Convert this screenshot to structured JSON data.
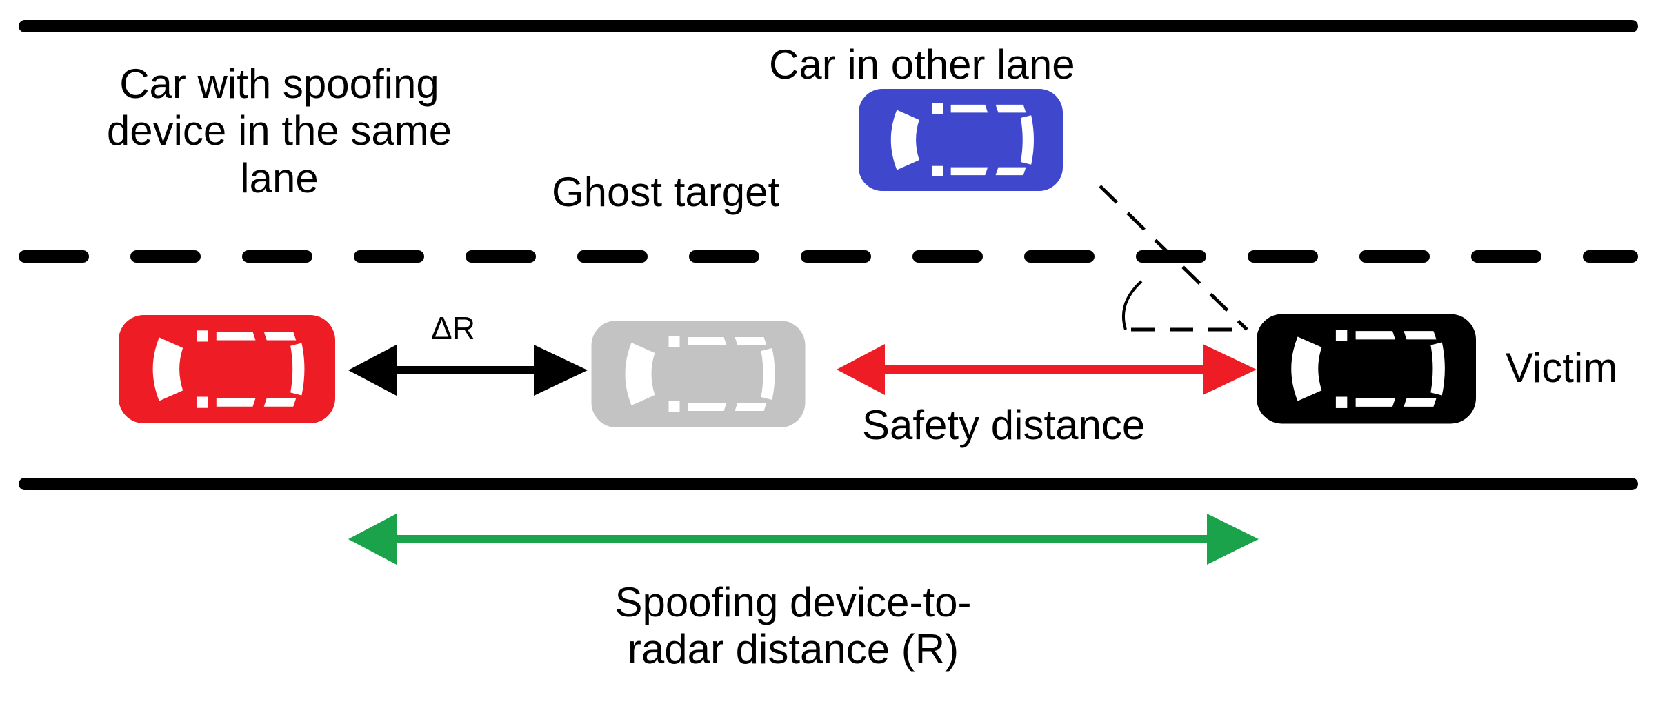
{
  "labels": {
    "car_spoofing_line1": "Car with spoofing",
    "car_spoofing_line2": "device in the same",
    "car_spoofing_line3": "lane",
    "car_other_lane": "Car in other lane",
    "ghost_target": "Ghost target",
    "delta_r": "ΔR",
    "safety_distance": "Safety distance",
    "victim": "Victim",
    "spoof_dist_line1": "Spoofing device-to-",
    "spoof_dist_line2": "radar distance (R)"
  },
  "colors": {
    "road_line": "#000000",
    "spoofing_car": "#ee1c25",
    "other_lane_car": "#3f48cc",
    "ghost_car": "#c3c3c3",
    "victim_car": "#000000",
    "delta_r_arrow": "#000000",
    "safety_arrow": "#ee1c25",
    "spoof_distance_arrow": "#1aa34a"
  },
  "icons": {
    "spoofing_car": "car-topview-icon",
    "other_lane_car": "car-topview-icon",
    "ghost_car": "car-topview-icon",
    "victim_car": "car-topview-icon"
  }
}
